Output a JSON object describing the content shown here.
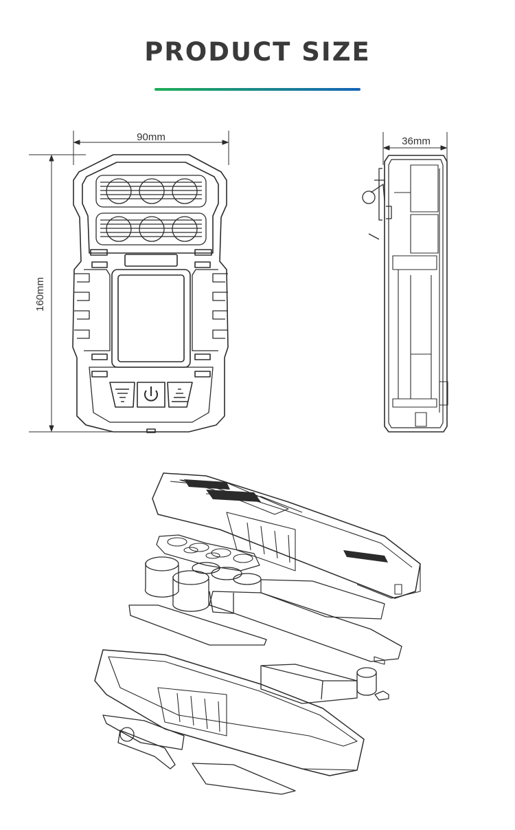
{
  "header": {
    "title": "PRODUCT SIZE",
    "underline_colors": [
      "#1fae57",
      "#1565b8"
    ]
  },
  "front_view": {
    "width_label": "90mm",
    "height_label": "160mm"
  },
  "side_view": {
    "depth_label": "36mm"
  },
  "colors": {
    "line": "#2b2b2b",
    "text": "#333333",
    "background": "#ffffff"
  }
}
